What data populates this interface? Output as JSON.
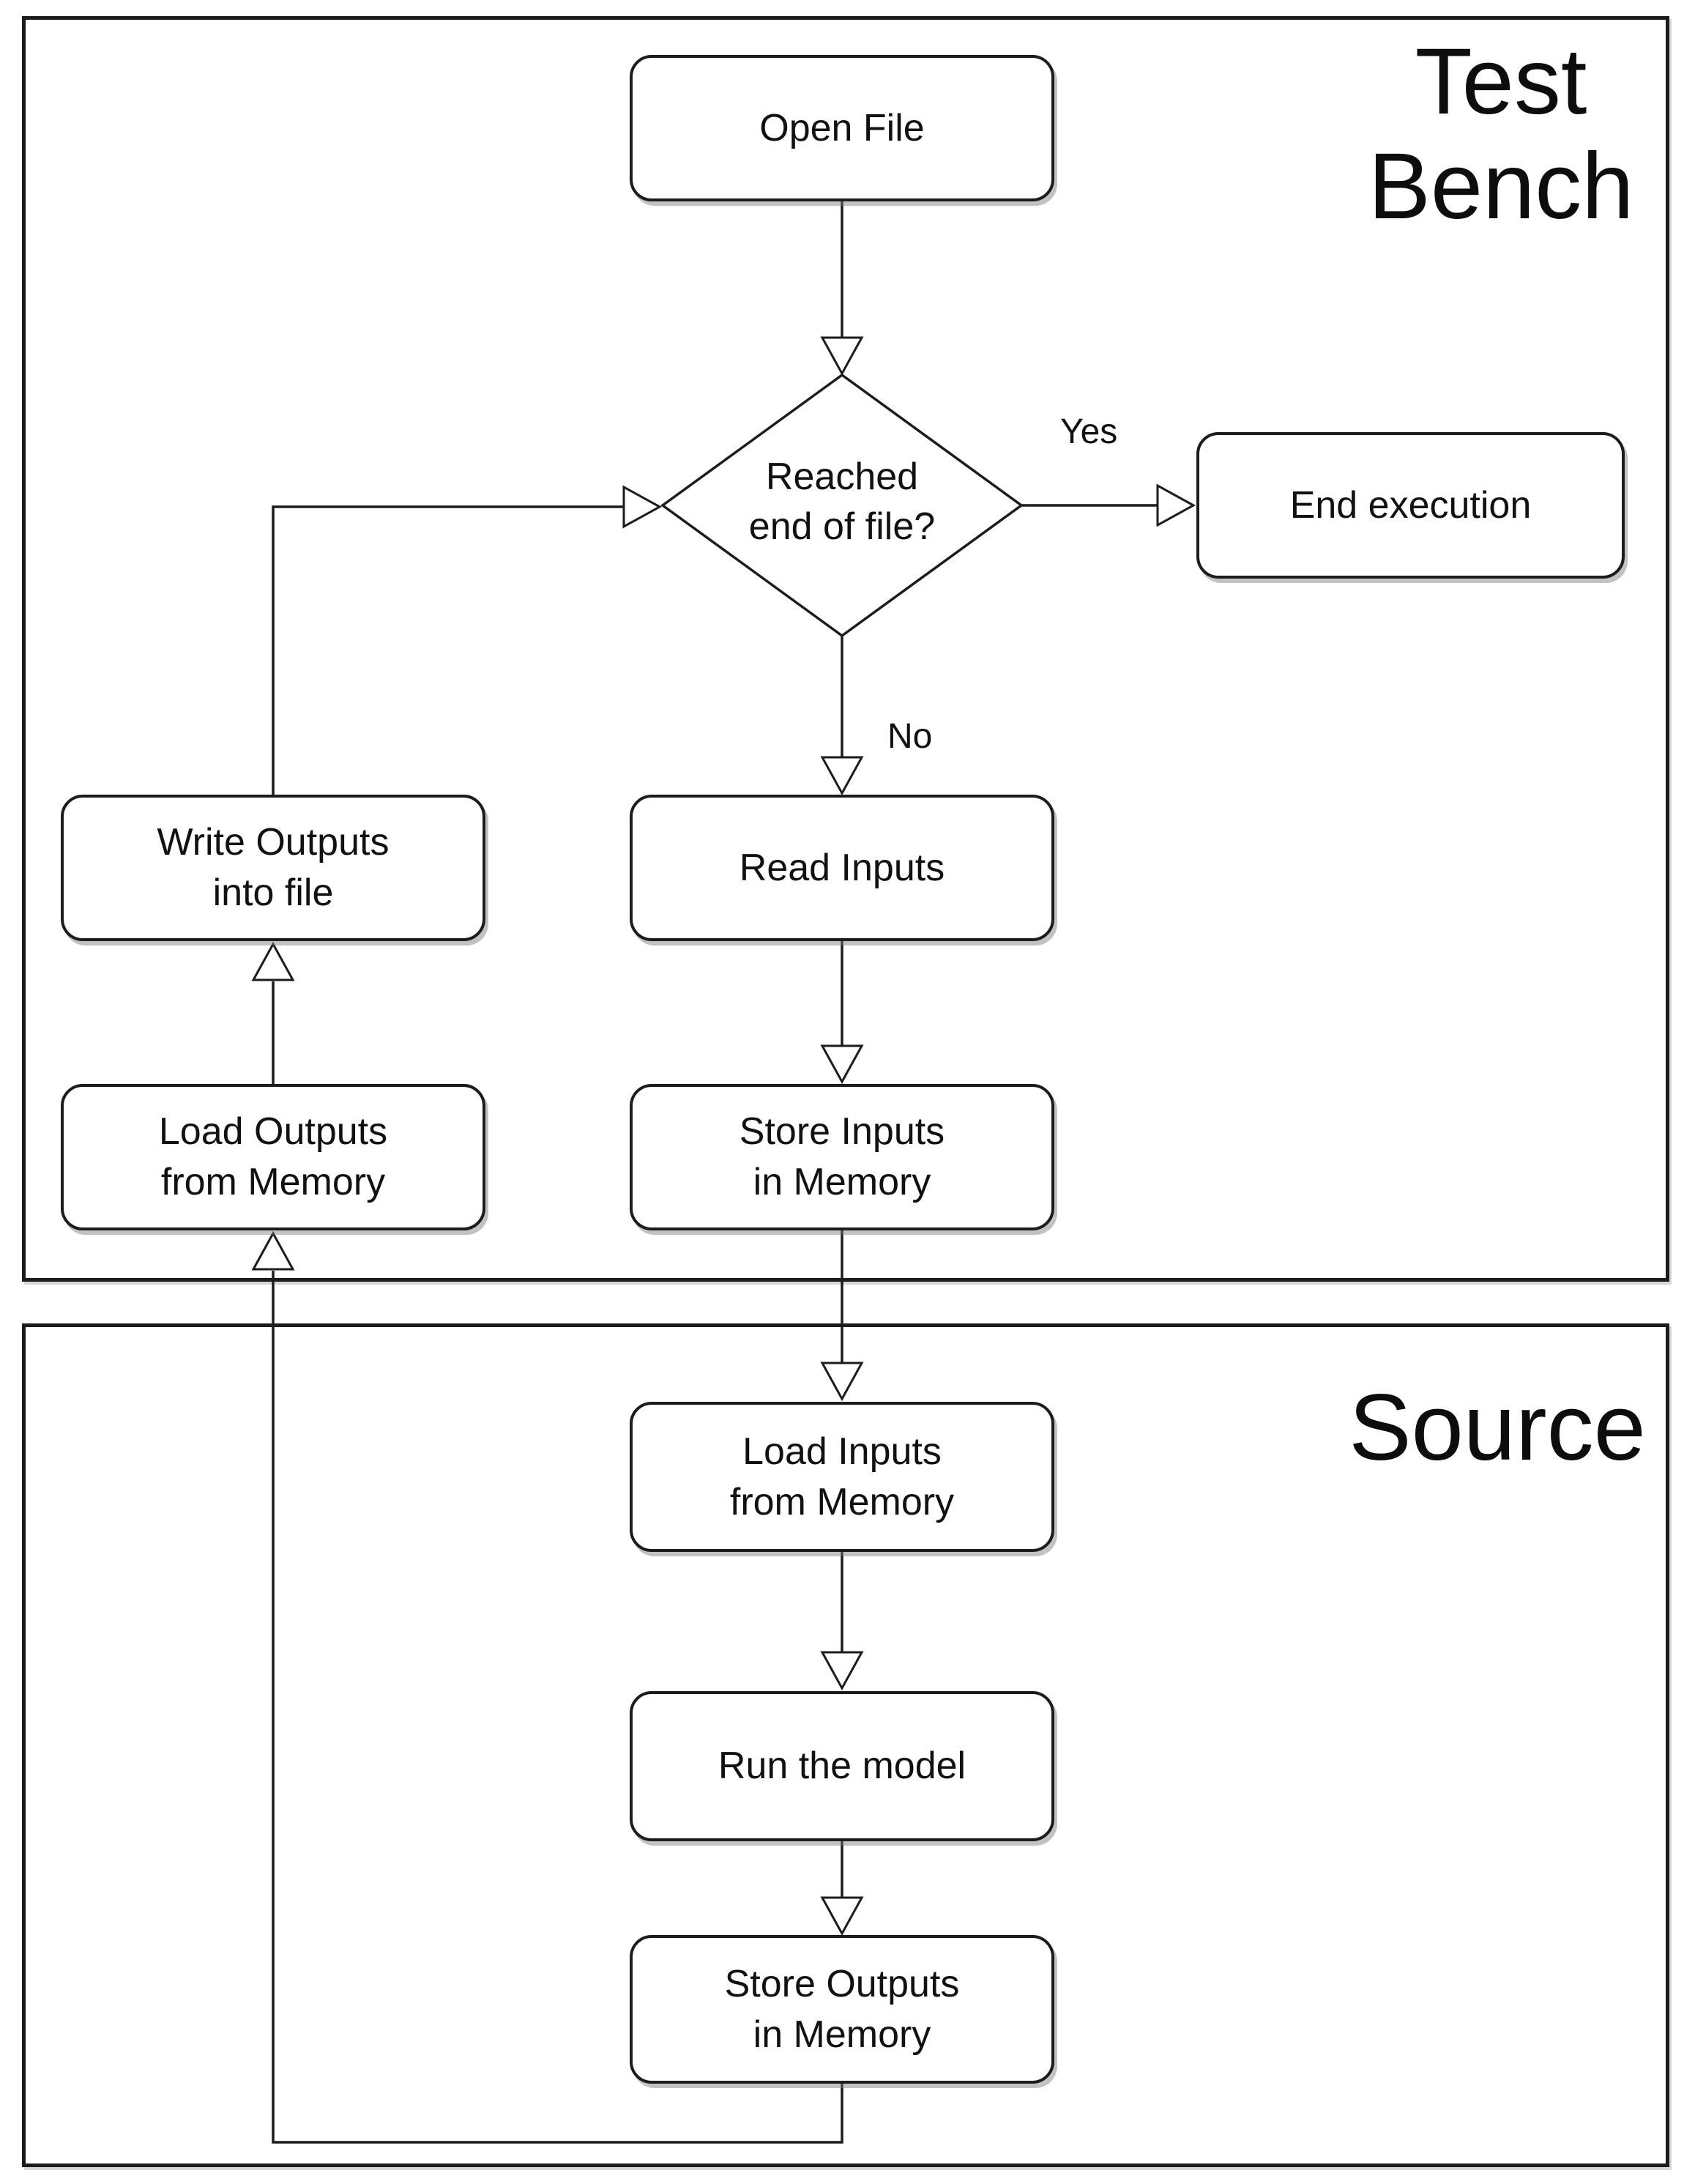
{
  "regions": {
    "test_bench": {
      "title_lines": [
        "Test",
        "Bench"
      ]
    },
    "source": {
      "title": "Source"
    }
  },
  "nodes": {
    "open_file": {
      "lines": [
        "Open File"
      ]
    },
    "decision": {
      "lines": [
        "Reached",
        "end of file?"
      ]
    },
    "end_execution": {
      "lines": [
        "End execution"
      ]
    },
    "read_inputs": {
      "lines": [
        "Read Inputs"
      ]
    },
    "write_outputs": {
      "lines": [
        "Write Outputs",
        "into file"
      ]
    },
    "load_outputs": {
      "lines": [
        "Load Outputs",
        "from Memory"
      ]
    },
    "store_inputs": {
      "lines": [
        "Store Inputs",
        "in Memory"
      ]
    },
    "load_inputs": {
      "lines": [
        "Load Inputs",
        "from Memory"
      ]
    },
    "run_model": {
      "lines": [
        "Run the model"
      ]
    },
    "store_outputs": {
      "lines": [
        "Store Outputs",
        "in Memory"
      ]
    }
  },
  "edge_labels": {
    "yes": "Yes",
    "no": "No"
  },
  "colors": {
    "line": "#1c1c1c",
    "background": "#ffffff",
    "node_fill": "#ffffff"
  }
}
